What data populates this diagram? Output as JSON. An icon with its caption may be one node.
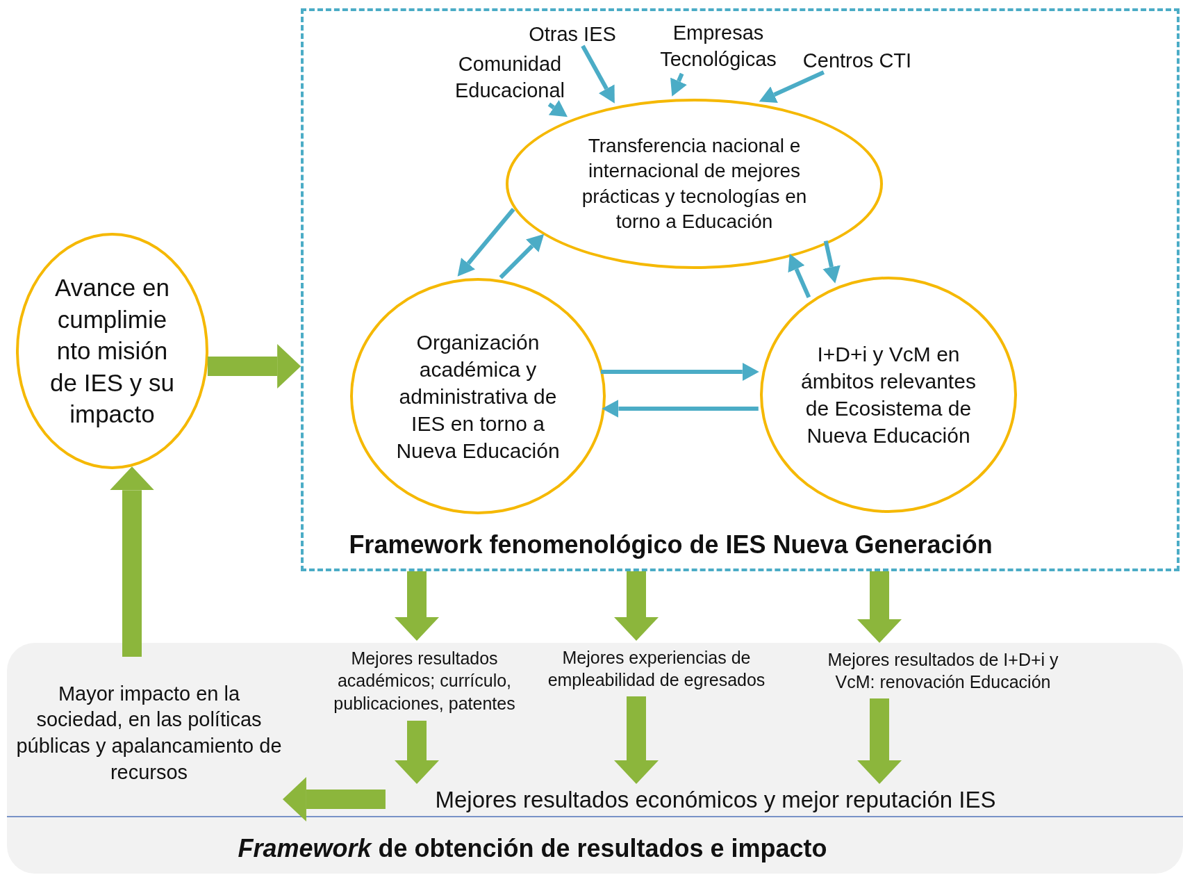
{
  "diagram": {
    "nodes": [
      {
        "text": [
          "Framework fenomenológico de IES Nueva Generación"
        ]
      },
      {
        "text": [
          "Transferencia nacional e internacional de mejores prácticas y tecnologías en torno a Educación"
        ],
        "in": 0
      },
      {
        "text": [
          "Organización académica y administrativa de IES en torno a Nueva Educación"
        ],
        "in": 0
      },
      {
        "text": [
          "I+D+i y VcM en ámbitos relevantes de Ecosistema de Nueva Educación"
        ],
        "in": 0
      },
      {
        "text": [
          "Otras IES"
        ],
        "in": 0
      },
      {
        "text": [
          "Comunidad Educacional"
        ],
        "in": 0
      },
      {
        "text": [
          "Empresas Tecnológicas"
        ],
        "in": 0
      },
      {
        "text": [
          "Centros CTI"
        ],
        "in": 0
      },
      {
        "text": [
          "Avance en cumplimie nto misión de IES y su impacto"
        ]
      },
      {
        "text": [
          "*Framework* de obtención de resultados e impacto"
        ]
      },
      {
        "text": [
          "Mejores resultados académicos; currículo, publicaciones, patentes"
        ],
        "in": 9
      },
      {
        "text": [
          "Mejores experiencias de empleabilidad de egresados"
        ],
        "in": 9
      },
      {
        "text": [
          "Mejores resultados de I+D+i y VcM: renovación Educación"
        ],
        "in": 9
      },
      {
        "text": [
          "Mejores resultados económicos y mejor reputación IES"
        ],
        "in": 9
      },
      {
        "text": [
          "Mayor impacto en la sociedad, en las políticas públicas y apalancamiento de recursos"
        ],
        "in": 9
      }
    ],
    "edges": [
      {
        "from": 5,
        "to": 1,
        "arrow": "to"
      },
      {
        "from": 4,
        "to": 1,
        "arrow": "to"
      },
      {
        "from": 6,
        "to": 1,
        "arrow": "to"
      },
      {
        "from": 7,
        "to": 1,
        "arrow": "to"
      },
      {
        "from": 1,
        "to": 2,
        "arrow": "to"
      },
      {
        "from": 2,
        "to": 1,
        "arrow": "to"
      },
      {
        "from": 1,
        "to": 3,
        "arrow": "to"
      },
      {
        "from": 3,
        "to": 1,
        "arrow": "to"
      },
      {
        "from": 2,
        "to": 3,
        "arrow": "to"
      },
      {
        "from": 3,
        "to": 2,
        "arrow": "to"
      },
      {
        "from": 8,
        "to": 0,
        "arrow": "to",
        "style": "thick",
        "color": "#8cb63c"
      },
      {
        "from": 0,
        "to": 10,
        "arrow": "to",
        "style": "thick",
        "color": "#8cb63c"
      },
      {
        "from": 0,
        "to": 11,
        "arrow": "to",
        "style": "thick",
        "color": "#8cb63c"
      },
      {
        "from": 0,
        "to": 12,
        "arrow": "to",
        "style": "thick",
        "color": "#8cb63c"
      },
      {
        "from": 10,
        "to": 13,
        "arrow": "to",
        "style": "thick",
        "color": "#8cb63c"
      },
      {
        "from": 11,
        "to": 13,
        "arrow": "to",
        "style": "thick",
        "color": "#8cb63c"
      },
      {
        "from": 12,
        "to": 13,
        "arrow": "to",
        "style": "thick",
        "color": "#8cb63c"
      },
      {
        "from": 13,
        "to": 14,
        "arrow": "to",
        "style": "thick",
        "color": "#8cb63c"
      },
      {
        "from": 14,
        "to": 8,
        "arrow": "to",
        "style": "thick",
        "color": "#8cb63c"
      }
    ]
  }
}
